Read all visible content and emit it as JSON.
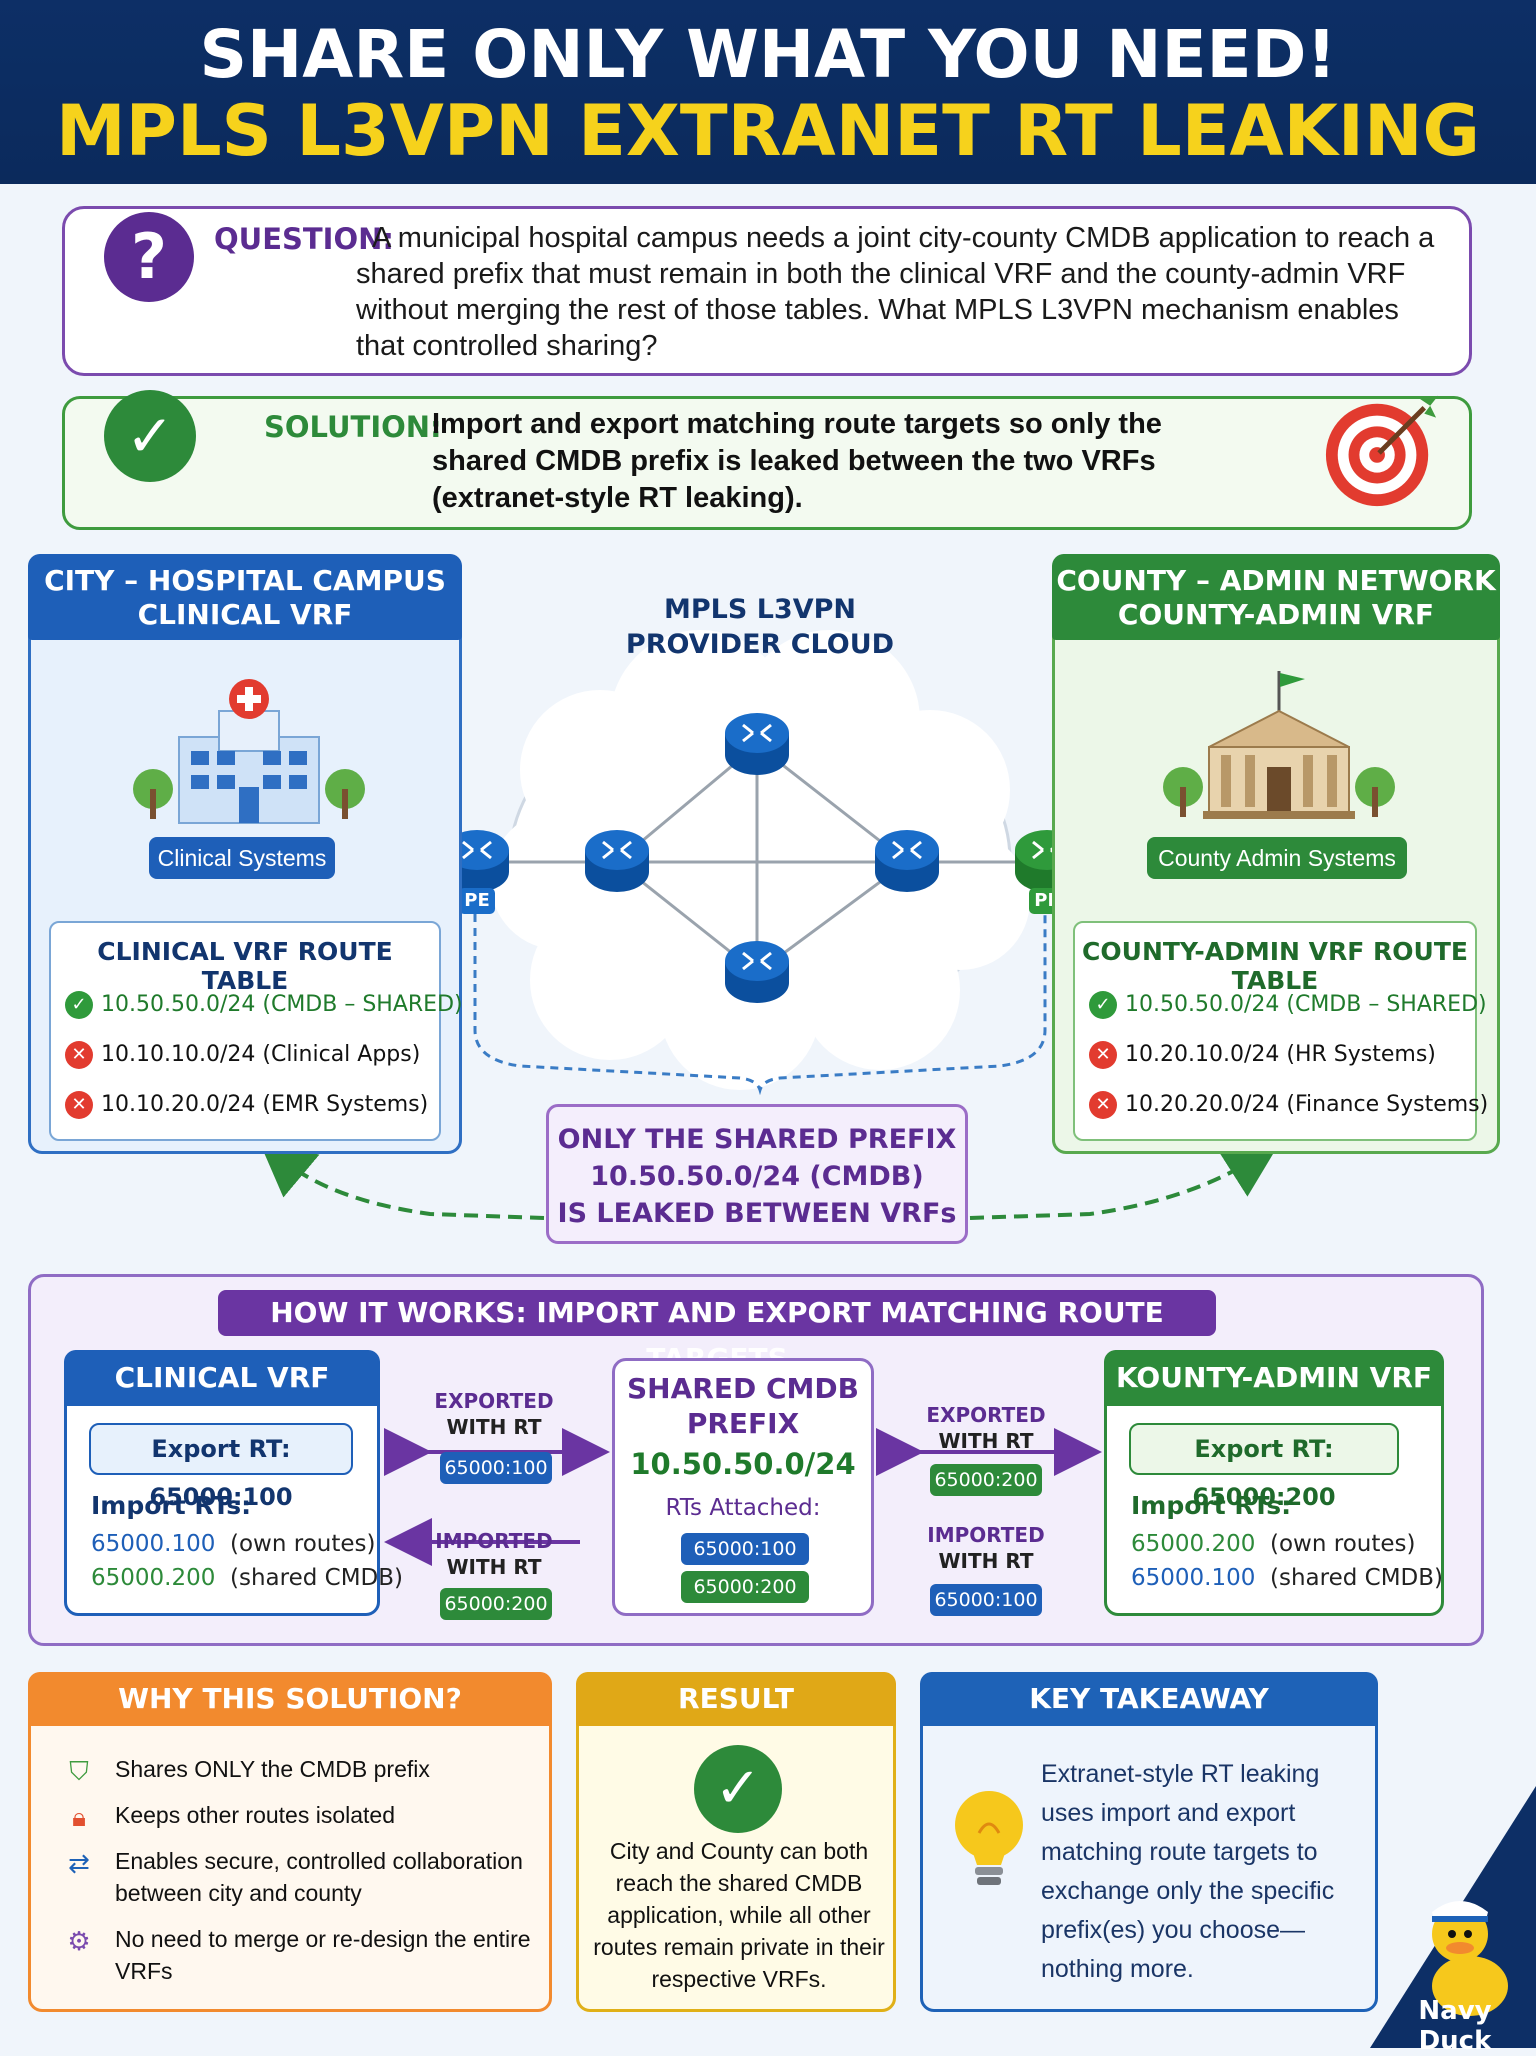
{
  "header": {
    "line1": "SHARE ONLY WHAT YOU NEED!",
    "line2": "MPLS L3VPN EXTRANET RT LEAKING"
  },
  "question": {
    "label": "QUESTION:",
    "text": "A municipal hospital campus needs a joint city-county CMDB application to reach a shared prefix that must remain in both the clinical VRF and the county-admin VRF without merging the rest of those tables. What MPLS L3VPN mechanism enables that controlled sharing?"
  },
  "solution": {
    "label": "SOLUTION:",
    "text": "Import and export matching route targets so only the shared CMDB prefix is leaked between the two VRFs (extranet-style RT leaking)."
  },
  "city_panel": {
    "title_line1": "CITY – HOSPITAL CAMPUS",
    "title_line2": "CLINICAL VRF",
    "system_label": "Clinical Systems",
    "table_title": "CLINICAL VRF ROUTE TABLE",
    "routes": [
      {
        "prefix": "10.50.50.0/24",
        "desc": "(CMDB – SHARED)",
        "status": "shared"
      },
      {
        "prefix": "10.10.10.0/24",
        "desc": "(Clinical Apps)",
        "status": "private"
      },
      {
        "prefix": "10.10.20.0/24",
        "desc": "(EMR Systems)",
        "status": "private"
      }
    ]
  },
  "county_panel": {
    "title_line1": "COUNTY – ADMIN NETWORK",
    "title_line2": "COUNTY-ADMIN VRF",
    "system_label": "County Admin Systems",
    "table_title": "COUNTY-ADMIN VRF ROUTE TABLE",
    "routes": [
      {
        "prefix": "10.50.50.0/24",
        "desc": "(CMDB – SHARED)",
        "status": "shared"
      },
      {
        "prefix": "10.20.10.0/24",
        "desc": "(HR Systems)",
        "status": "private"
      },
      {
        "prefix": "10.20.20.0/24",
        "desc": "(Finance Systems)",
        "status": "private"
      }
    ]
  },
  "cloud": {
    "title_line1": "MPLS L3VPN",
    "title_line2": "PROVIDER CLOUD",
    "pe_label": "PE"
  },
  "leak_box": {
    "line1": "ONLY THE SHARED PREFIX",
    "line2": "10.50.50.0/24 (CMDB)",
    "line3": "IS LEAKED BETWEEN VRFs"
  },
  "how_it_works": {
    "title": "HOW IT WORKS: IMPORT AND EXPORT MATCHING ROUTE TARGETS",
    "clinical": {
      "title": "CLINICAL VRF",
      "export": "Export RT: 65000:100",
      "import_label": "Import RTs:",
      "imports": [
        {
          "rt": "65000.100",
          "note": "(own routes)"
        },
        {
          "rt": "65000.200",
          "note": "(shared CMDB)"
        }
      ]
    },
    "county": {
      "title": "KOUNTY-ADMIN VRF",
      "export": "Export RT: 65000:200",
      "import_label": "Import RTs:",
      "imports": [
        {
          "rt": "65000.200",
          "note": "(own routes)"
        },
        {
          "rt": "65000.100",
          "note": "(shared CMDB)"
        }
      ]
    },
    "shared": {
      "title_line1": "SHARED CMDB",
      "title_line2": "PREFIX",
      "prefix": "10.50.50.0/24",
      "rts_label": "RTs Attached:",
      "rts": [
        "65000:100",
        "65000:200"
      ]
    },
    "left_exported": {
      "line1": "EXPORTED",
      "line2": "WITH RT",
      "rt": "65000:100"
    },
    "left_imported": {
      "line1": "IMPORTED",
      "line2": "WITH RT",
      "rt": "65000:200"
    },
    "right_exported": {
      "line1": "EXPORTED",
      "line2": "WITH RT",
      "rt": "65000:200"
    },
    "right_imported": {
      "line1": "IMPORTED",
      "line2": "WITH RT",
      "rt": "65000:100"
    }
  },
  "why": {
    "title": "WHY THIS SOLUTION?",
    "items": [
      "Shares ONLY the CMDB prefix",
      "Keeps other routes isolated",
      "Enables secure, controlled collaboration between city and county",
      "No need to merge or re-design the entire VRFs"
    ]
  },
  "result": {
    "title": "RESULT",
    "text": "City and County can both reach the shared CMDB application, while all other routes remain private in their respective VRFs."
  },
  "key_takeaway": {
    "title": "KEY TAKEAWAY",
    "text": "Extranet-style RT leaking uses import and export matching route targets to exchange only the specific prefix(es) you choose—nothing more."
  },
  "brand": {
    "name": "Navy Duck"
  },
  "colors": {
    "navy": "#0d2f66",
    "yellow": "#f6d21c",
    "purple": "#5b2c91",
    "green": "#2d8a3a",
    "blue": "#1e62b7",
    "orange": "#f28a2e",
    "gold": "#e0b017"
  }
}
